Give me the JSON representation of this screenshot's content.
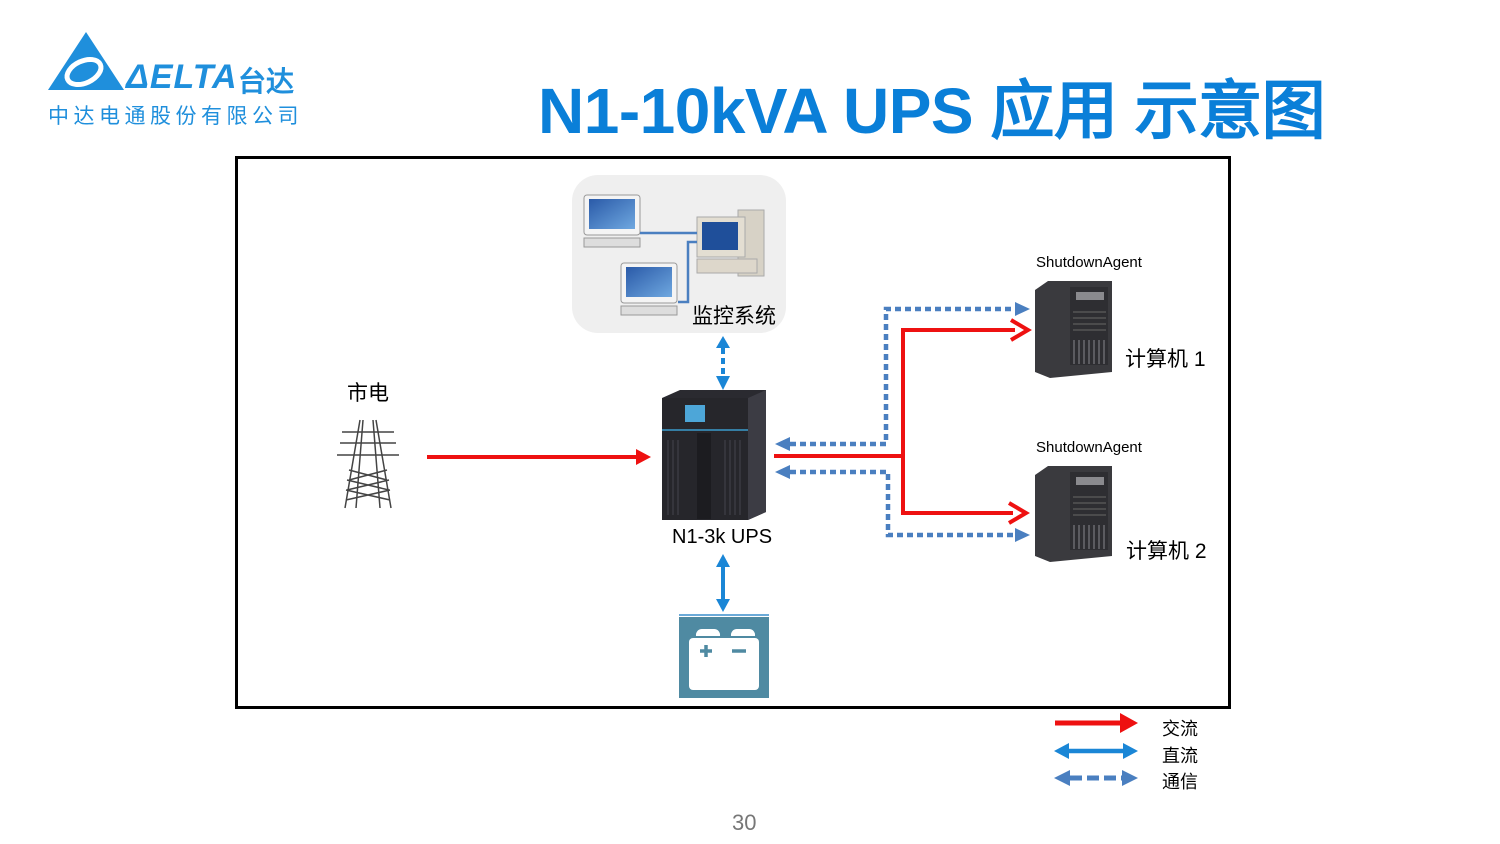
{
  "header": {
    "logo": {
      "brand": "ΔELTA",
      "brand_cn": "台达",
      "company": "中达电通股份有限公司"
    },
    "title": "N1-10kVA UPS 应用 示意图"
  },
  "diagram": {
    "nodes": {
      "grid": {
        "label": "市电",
        "icon": "power-tower-icon"
      },
      "monitor": {
        "label": "监控系统",
        "icon": "computer-network-icon"
      },
      "ups": {
        "label": "N1-3k UPS",
        "icon": "ups-icon"
      },
      "battery": {
        "icon": "battery-icon"
      },
      "computer1": {
        "agent": "ShutdownAgent",
        "label": "计算机 1",
        "icon": "server-icon"
      },
      "computer2": {
        "agent": "ShutdownAgent",
        "label": "计算机 2",
        "icon": "server-icon"
      }
    },
    "connections": [
      {
        "from": "grid",
        "to": "ups",
        "type": "ac"
      },
      {
        "from": "ups",
        "to": "computer1",
        "type": "ac"
      },
      {
        "from": "ups",
        "to": "computer2",
        "type": "ac"
      },
      {
        "from": "ups",
        "to": "battery",
        "type": "dc"
      },
      {
        "from": "ups",
        "to": "monitor",
        "type": "comm"
      },
      {
        "from": "ups",
        "to": "computer1",
        "type": "comm"
      },
      {
        "from": "ups",
        "to": "computer2",
        "type": "comm"
      }
    ]
  },
  "legend": {
    "items": [
      {
        "type": "ac",
        "label": "交流",
        "color": "#ee1111"
      },
      {
        "type": "dc",
        "label": "直流",
        "color": "#1a86d6"
      },
      {
        "type": "comm",
        "label": "通信",
        "color": "#4a7fc0"
      }
    ]
  },
  "footer": {
    "page_number": "30"
  }
}
